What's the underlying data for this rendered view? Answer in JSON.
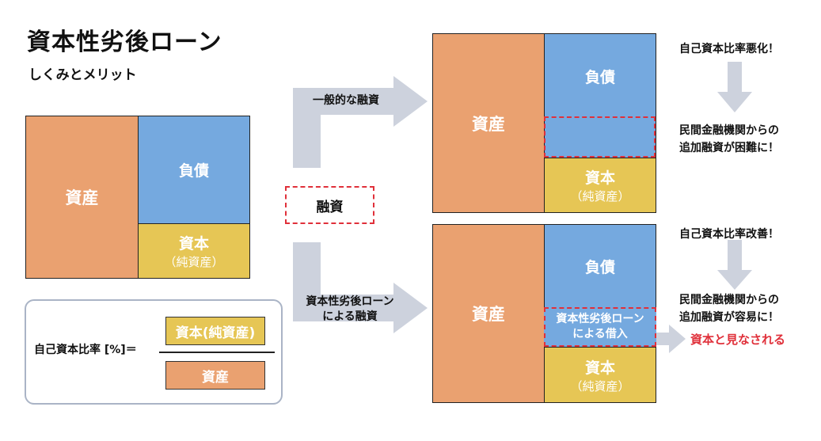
{
  "title": "資本性劣後ローン",
  "subtitle": "しくみとメリット",
  "left_bs": {
    "asset": "資産",
    "liability": "負債",
    "equity": "資本",
    "equity_sub": "（純資産）"
  },
  "financing_label": "融資",
  "path_top": {
    "arrow_label": "一般的な融資",
    "asset": "資産",
    "liability": "負債",
    "equity": "資本",
    "equity_sub": "（純資産）",
    "note1": "自己資本比率悪化！",
    "note2_line1": "民間金融機関からの",
    "note2_line2": "追加融資が困難に！"
  },
  "path_bottom": {
    "arrow_label_line1": "資本性劣後ローン",
    "arrow_label_line2": "による融資",
    "asset": "資産",
    "liability": "負債",
    "loan_line1": "資本性劣後ローン",
    "loan_line2": "による借入",
    "equity": "資本",
    "equity_sub": "（純資産）",
    "note1": "自己資本比率改善！",
    "note2_line1": "民間金融機関からの",
    "note2_line2": "追加融資が容易に！",
    "highlight": "資本と見なされる"
  },
  "formula": {
    "label": "自己資本比率 [%]＝",
    "numerator": "資本(純資産)",
    "denominator": "資産"
  },
  "colors": {
    "asset": "#eaa170",
    "liability": "#75a9df",
    "equity": "#e6c655",
    "arrow": "#cdd2dd",
    "accent_red": "#e0303a"
  }
}
